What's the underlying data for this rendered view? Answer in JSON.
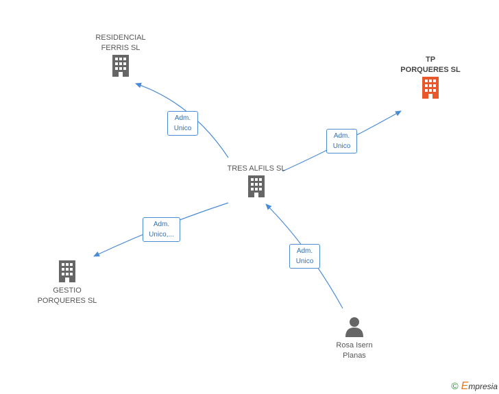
{
  "nodes": {
    "residencial": {
      "label": "RESIDENCIAL\nFERRIS SL",
      "icon": "building-icon",
      "color": "#666666"
    },
    "tp": {
      "label": "TP\nPORQUERES SL",
      "icon": "building-icon",
      "color": "#e8582b"
    },
    "tres": {
      "label": "TRES ALFILS SL",
      "icon": "building-icon",
      "color": "#666666"
    },
    "gestio": {
      "label": "GESTIO\nPORQUERES SL",
      "icon": "building-icon",
      "color": "#666666"
    },
    "rosa": {
      "label": "Rosa Isern\nPlanas",
      "icon": "person-icon",
      "color": "#666666"
    }
  },
  "edges": {
    "e1": "Adm.\nUnico",
    "e2": "Adm.\nUnico",
    "e3": "Adm.\nUnico,...",
    "e4": "Adm.\nUnico"
  },
  "colors": {
    "edge": "#4a8bd6"
  },
  "footer": {
    "copyright": "©",
    "brand_initial": "E",
    "brand_rest": "mpresia"
  }
}
